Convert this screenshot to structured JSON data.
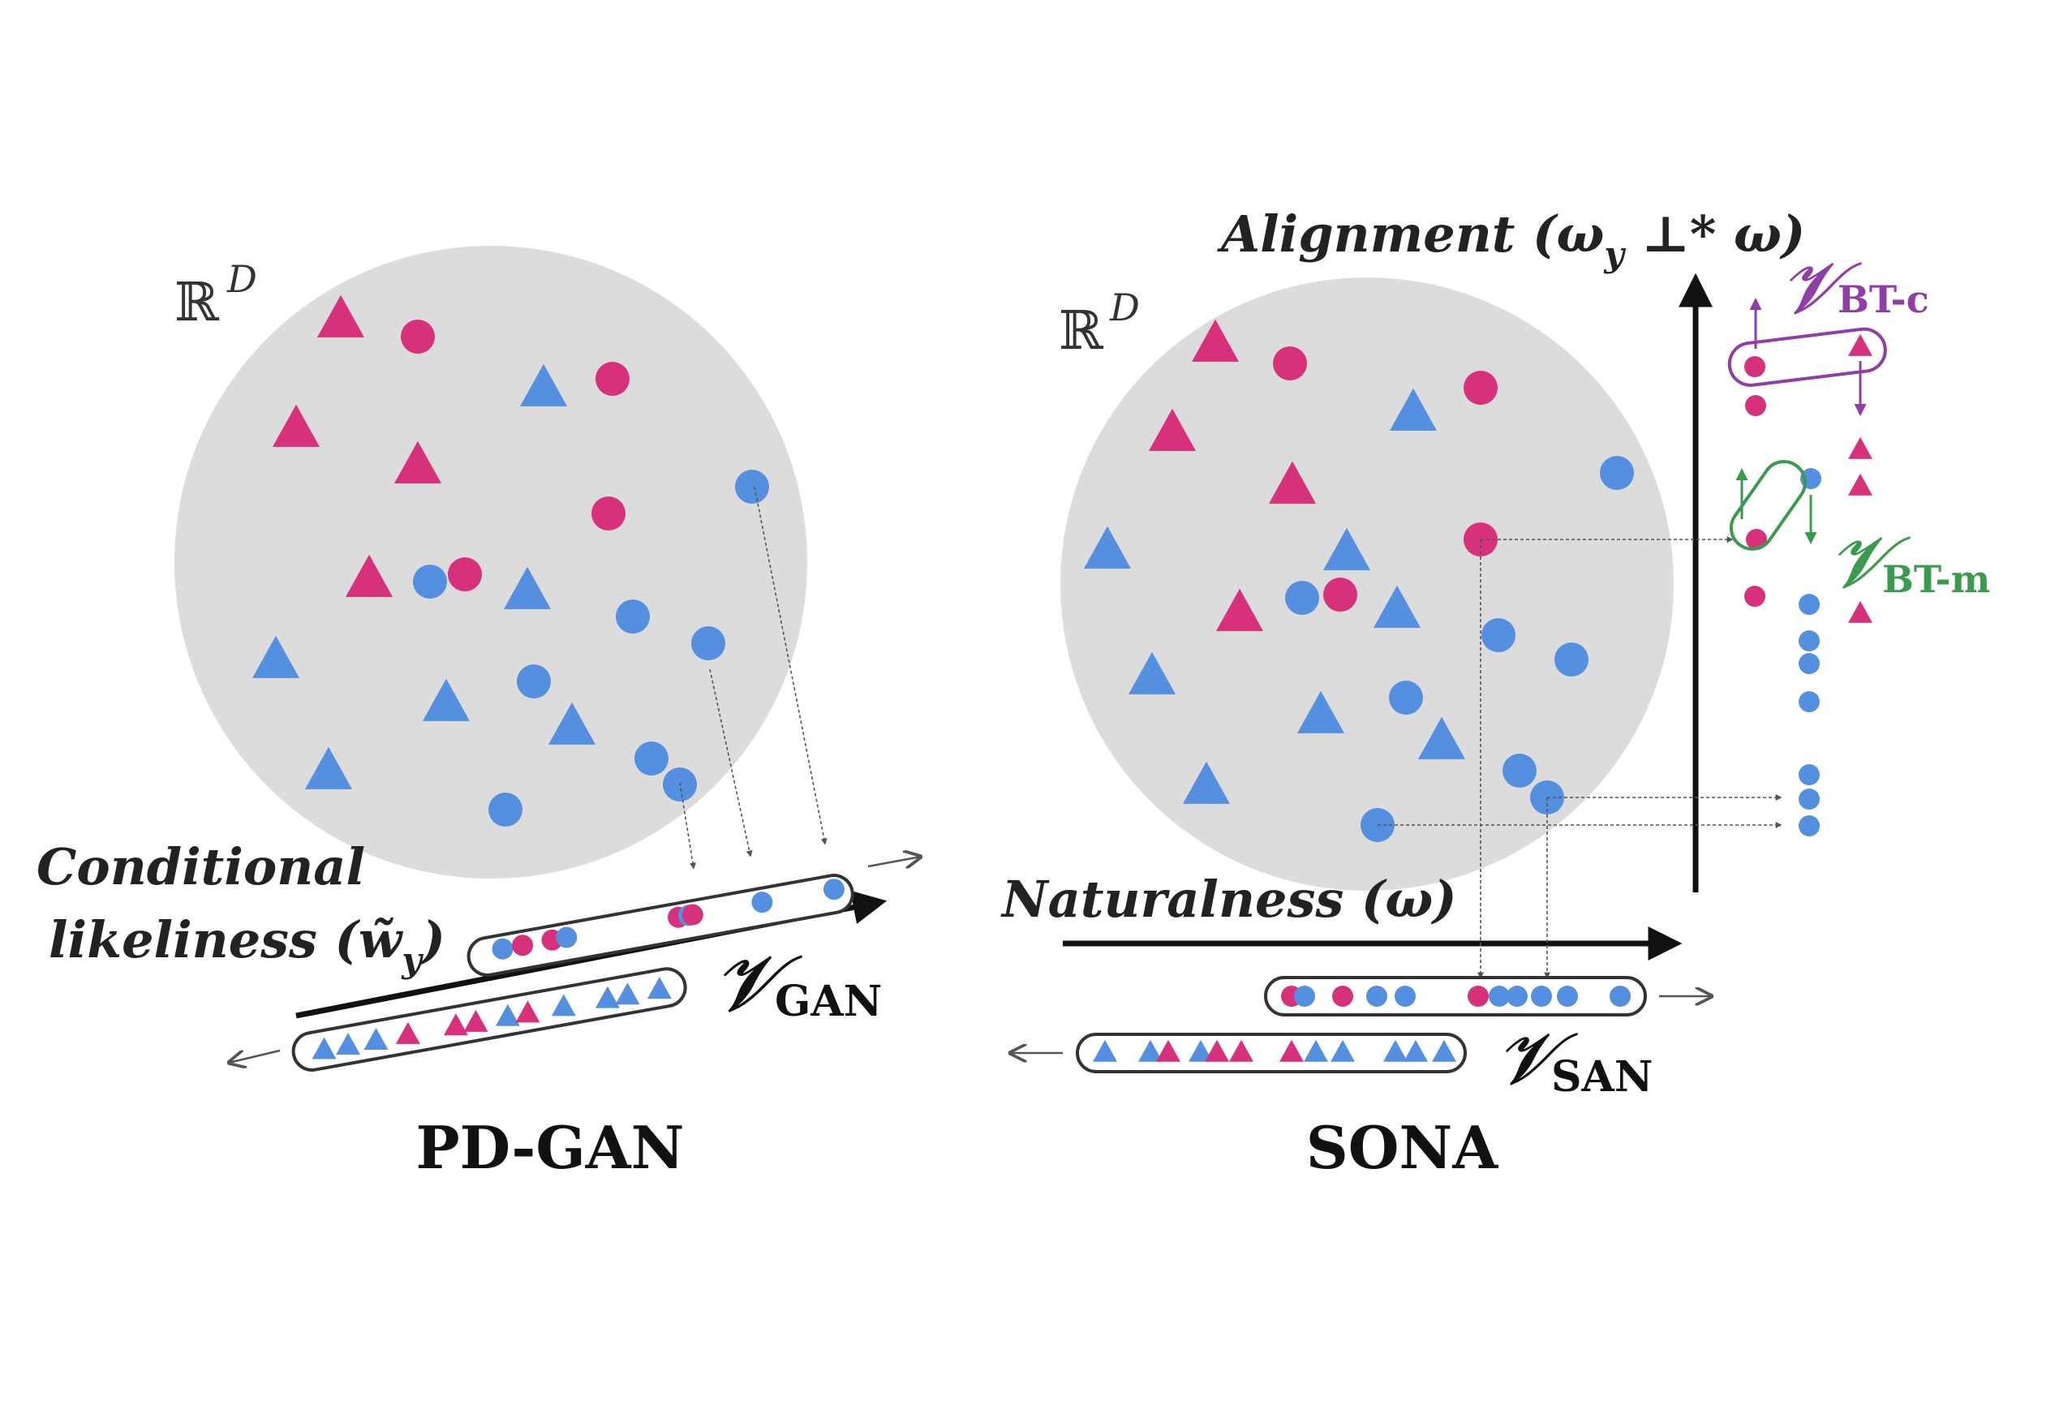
{
  "colors": {
    "pink": "#d6317a",
    "blue": "#5590e0",
    "disk": "#dcdcdc",
    "purple": "#8e3ea6",
    "green": "#3a9a4d",
    "dark": "#222222",
    "arrow": "#555555"
  },
  "left": {
    "space_symbol": "ℝ",
    "space_sup": "D",
    "axis_label_line1": "Conditional",
    "axis_label_line2": "likeliness (w̃",
    "axis_label_sub": "y",
    "axis_label_close": ")",
    "v_symbol": "𝓥",
    "v_sub": "GAN",
    "caption": "PD-GAN"
  },
  "right": {
    "space_symbol": "ℝ",
    "space_sup": "D",
    "alignment_label": "Alignment (ω",
    "alignment_sub": "y",
    "alignment_rest": " ⊥* ω)",
    "naturalness_label": "Naturalness (ω)",
    "v_symbol": "𝓥",
    "v_sub_san": "SAN",
    "v_sub_btc": "BT-c",
    "v_sub_btm": "BT-m",
    "caption": "SONA"
  },
  "icons": [
    "circle-marker",
    "triangle-marker",
    "arrow-icon"
  ]
}
